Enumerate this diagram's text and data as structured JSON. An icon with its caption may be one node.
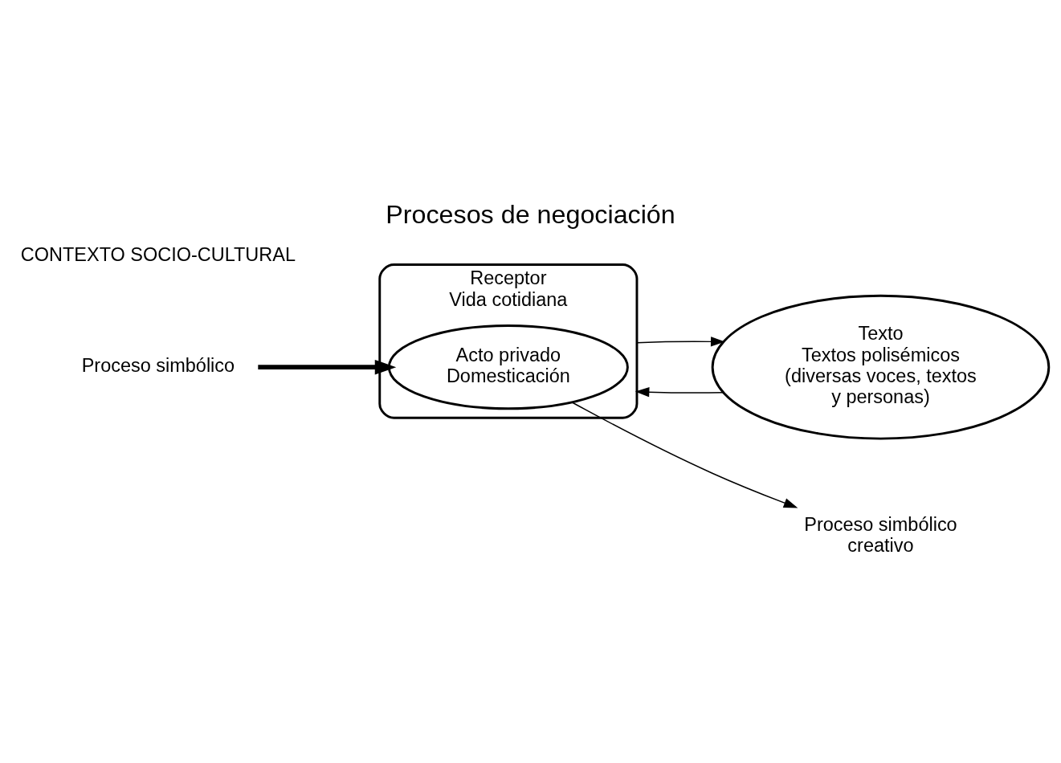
{
  "diagram": {
    "title": "Procesos de negociación",
    "nodes": [
      {
        "text": [
          "Receptor",
          "Vida cotidiana"
        ]
      },
      {
        "text": [
          "Acto privado Domesticación"
        ],
        "in": 0
      },
      {
        "text": [
          "Texto",
          "Textos polisémicos (diversas voces, textos y personas)"
        ]
      },
      {
        "text": [
          "Proceso simbólico creativo"
        ]
      },
      {
        "text": [
          "Proceso simbólico"
        ]
      }
    ],
    "edges": [
      {
        "from": 2,
        "to": 0,
        "arrow": "to"
      },
      {
        "from": 0,
        "to": 2,
        "arrow": "to"
      },
      {
        "from": 1,
        "to": 3,
        "arrow": "to"
      },
      {
        "from": 4,
        "to": 1,
        "arrow": "to",
        "style": "thick"
      }
    ],
    "labels": [
      "CONTEXTO SOCIO-CULTURAL"
    ]
  }
}
